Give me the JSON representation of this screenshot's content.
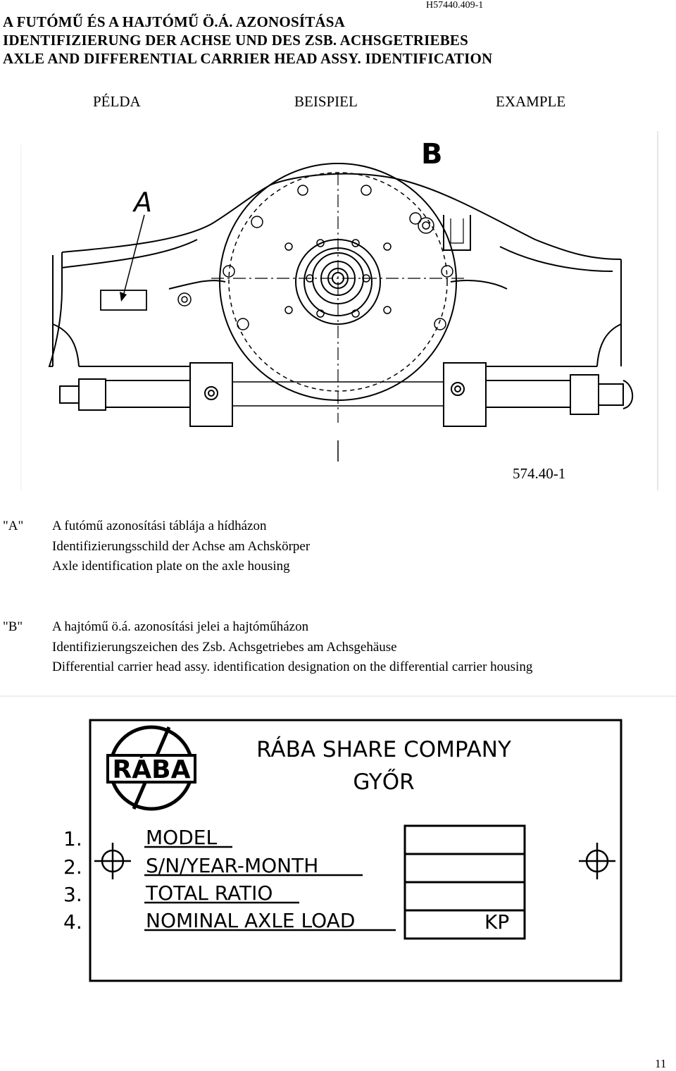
{
  "header": {
    "title_lines": [
      "A FUTÓMŰ ÉS A HAJTÓMŰ Ö.Á. AZONOSÍTÁSA",
      "IDENTIFIZIERUNG DER ACHSE UND DES ZSB. ACHSGETRIEBES",
      "AXLE AND DIFFERENTIAL CARRIER HEAD ASSY. IDENTIFICATION"
    ],
    "doc_id": "H57440.409-1"
  },
  "examples": {
    "hu": "PÉLDA",
    "de": "BEISPIEL",
    "en": "EXAMPLE"
  },
  "drawing": {
    "marker_a": "A",
    "marker_b": "B",
    "ref_code": "574.40-1"
  },
  "captions": [
    {
      "key": "\"A\"",
      "lines": [
        "A futómű azonosítási táblája a hídházon",
        "Identifizierungsschild der Achse am Achskörper",
        "Axle identification plate on the axle housing"
      ]
    },
    {
      "key": "\"B\"",
      "lines": [
        "A hajtómű ö.á. azonosítási jelei a hajtóműházon",
        "Identifizierungszeichen des Zsb. Achsgetriebes am Achsgehäuse",
        "Differential carrier head assy. identification designation on the differential carrier housing"
      ]
    }
  ],
  "plate": {
    "logo": "RÁBA",
    "company": "RÁBA SHARE COMPANY",
    "city": "GYŐR",
    "rows": [
      {
        "num": "1.",
        "label": "MODEL",
        "unit": ""
      },
      {
        "num": "2.",
        "label": "S/N/YEAR-MONTH",
        "unit": ""
      },
      {
        "num": "3.",
        "label": "TOTAL RATIO",
        "unit": ""
      },
      {
        "num": "4.",
        "label": "NOMINAL AXLE LOAD",
        "unit": "KP"
      }
    ]
  },
  "footer": {
    "page_number": "11"
  }
}
